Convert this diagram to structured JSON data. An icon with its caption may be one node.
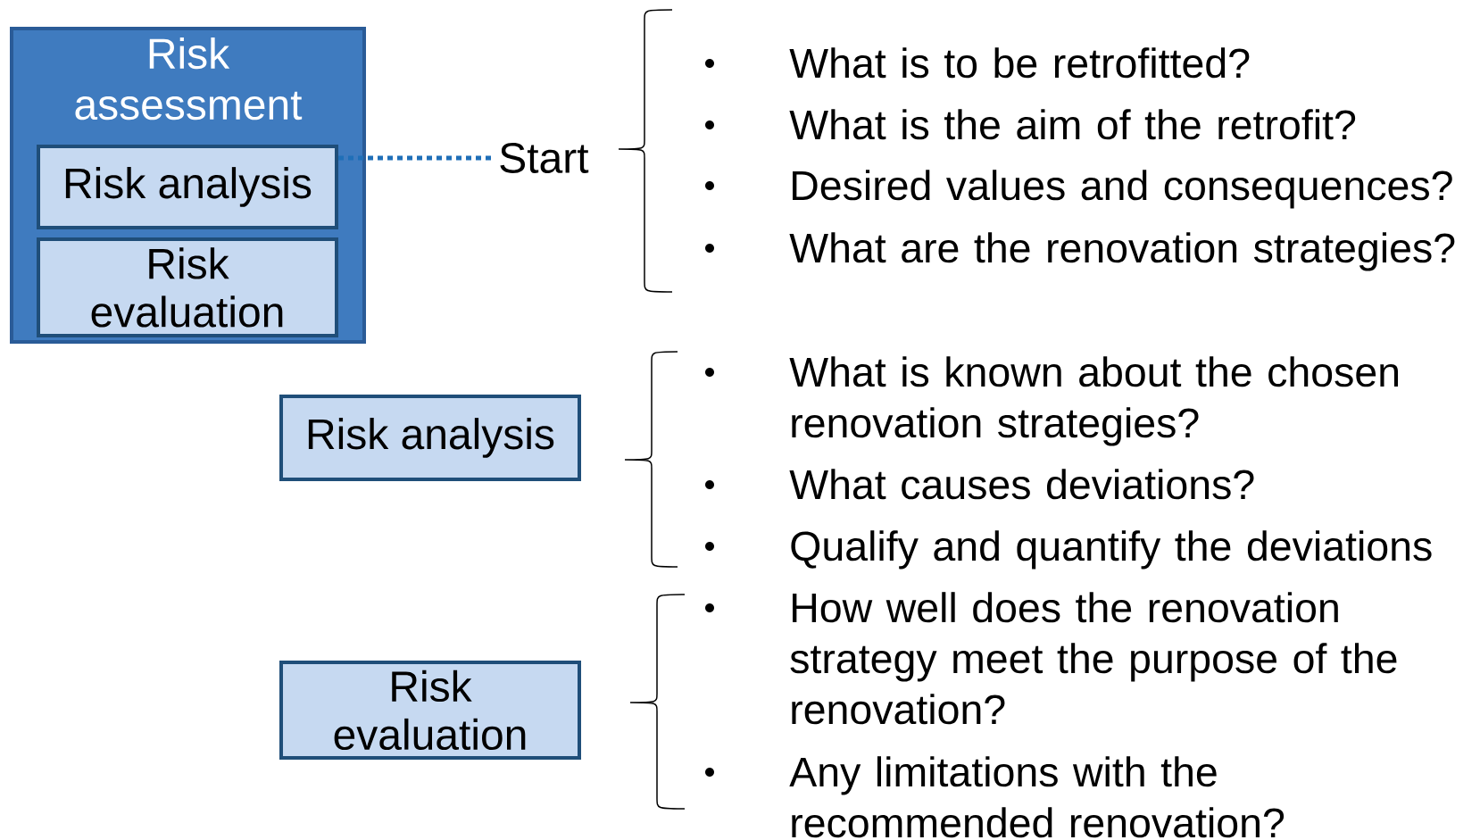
{
  "diagram": {
    "nodes": [
      {
        "text": [
          "Risk assessment"
        ]
      },
      {
        "text": [
          "Risk analysis"
        ],
        "in": 0
      },
      {
        "text": [
          "Risk evaluation"
        ],
        "in": 0
      },
      {
        "text": [
          "Start"
        ]
      },
      {
        "text": [
          "Risk analysis"
        ]
      },
      {
        "text": [
          "Risk evaluation"
        ]
      }
    ],
    "edges": [
      {
        "from": 1,
        "to": 3,
        "arrow": "none",
        "style": "dashed",
        "color": "#1f6fb8"
      }
    ],
    "labels": [
      "What is to be retrofitted?",
      "What is the aim of the retrofit?",
      "Desired values and consequences?",
      "What are the renovation strategies?",
      "What is known about the chosen renovation strategies?",
      "What causes deviations?",
      "Qualify and quantify the deviations",
      "How well does the renovation strategy meet the purpose of the renovation?",
      "Any limitations with the recommended renovation?"
    ]
  }
}
